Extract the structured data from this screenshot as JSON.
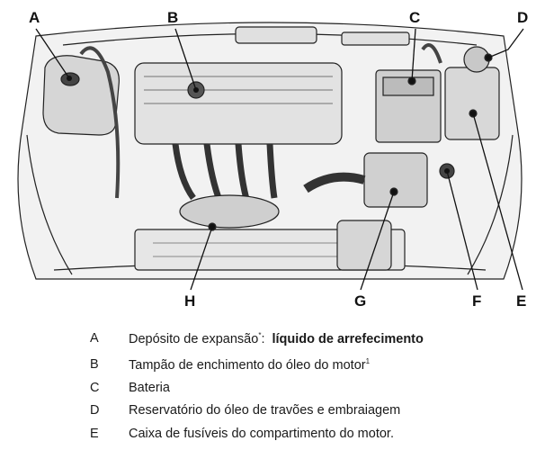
{
  "callouts": [
    "A",
    "B",
    "C",
    "D",
    "E",
    "F",
    "G",
    "H"
  ],
  "legend": [
    {
      "letter": "A",
      "text": "Depósito de expansão",
      "mark": "*",
      "suffix": ":",
      "bold": "líquido de arrefecimento"
    },
    {
      "letter": "B",
      "text": "Tampão de enchimento do óleo do motor",
      "mark": "1",
      "suffix": "",
      "bold": ""
    },
    {
      "letter": "C",
      "text": "Bateria",
      "mark": "",
      "suffix": "",
      "bold": ""
    },
    {
      "letter": "D",
      "text": "Reservatório do óleo de travões e embraiagem",
      "mark": "",
      "suffix": "",
      "bold": ""
    },
    {
      "letter": "E",
      "text": "Caixa de fusíveis do compartimento do motor.",
      "mark": "",
      "suffix": "",
      "bold": ""
    }
  ]
}
